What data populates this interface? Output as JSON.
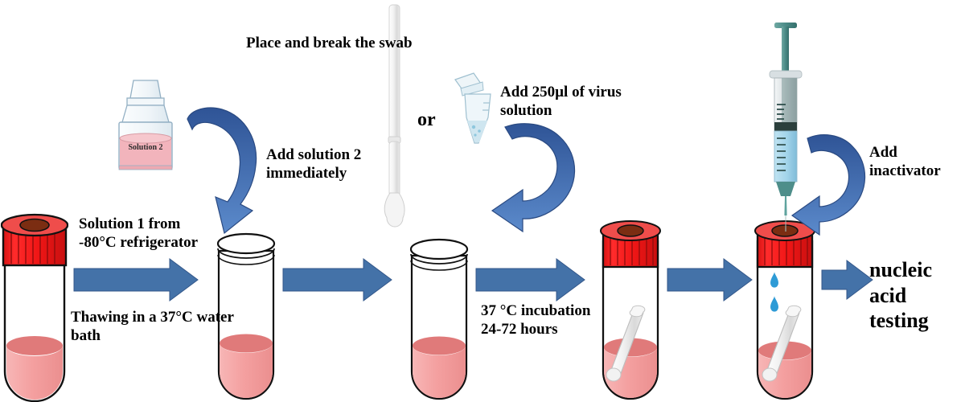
{
  "diagram": {
    "title": "Virus sample inactivation and nucleic acid testing workflow",
    "colors": {
      "arrow_blue_dark": "#2f5496",
      "arrow_blue": "#4472a8",
      "arrow_blue_light": "#5b8acb",
      "cap_red": "#f01616",
      "cap_red_top": "#e8514f",
      "cap_inner_brown": "#7b2d12",
      "liquid_pink": "#f4a0a0",
      "liquid_pink_top": "#e37c7c",
      "solution2_pink": "#f2b4bc",
      "droplet_blue": "#2e9bd6",
      "syringe_teal": "#4e8e8a",
      "syringe_liquid": "#a8d8ea",
      "text_black": "#000000"
    },
    "labels": {
      "solution1": "Solution 1 from\n-80°C refrigerator",
      "thawing": "Thawing in a 37°C water\nbath",
      "add_solution2": "Add solution 2\nimmediately",
      "place_break_swab": "Place and break the swab",
      "or": "or",
      "add_virus": "Add 250µl of virus\nsolution",
      "incubation": "37 °C incubation\n24-72 hours",
      "add_inactivator": "Add inactivator",
      "nucleic_acid_testing": "nucleic acid\ntesting",
      "solution2_bottle": "Solution 2"
    },
    "steps": [
      {
        "id": "tube-1",
        "name": "capped-tube-solution1",
        "capped": true,
        "contents": "pink-liquid",
        "swab": false,
        "droplets": false
      },
      {
        "id": "tube-2",
        "name": "open-tube-thawed",
        "capped": false,
        "contents": "pink-liquid",
        "swab": false,
        "droplets": false
      },
      {
        "id": "tube-3",
        "name": "open-tube-solution2-added",
        "capped": false,
        "contents": "pink-liquid",
        "swab": false,
        "droplets": false
      },
      {
        "id": "tube-4",
        "name": "capped-tube-incubated-with-swab",
        "capped": true,
        "contents": "pink-liquid",
        "swab": true,
        "droplets": false
      },
      {
        "id": "tube-5",
        "name": "capped-tube-inactivator-added",
        "capped": true,
        "contents": "pink-liquid",
        "swab": true,
        "droplets": true
      }
    ],
    "objects": [
      {
        "name": "solution2-bottle",
        "label": "Solution 2"
      },
      {
        "name": "swab-stick",
        "label": ""
      },
      {
        "name": "eppendorf-virus-tube",
        "label": ""
      },
      {
        "name": "syringe-inactivator",
        "label": ""
      }
    ],
    "arrows": [
      {
        "name": "arrow-tube1-to-tube2",
        "kind": "straight-right"
      },
      {
        "name": "arrow-tube2-to-tube3",
        "kind": "straight-right"
      },
      {
        "name": "arrow-tube3-to-tube4",
        "kind": "straight-right"
      },
      {
        "name": "arrow-tube4-to-tube5",
        "kind": "straight-right"
      },
      {
        "name": "arrow-tube5-to-testing",
        "kind": "straight-right"
      },
      {
        "name": "arrow-add-solution2",
        "kind": "curved-down-left"
      },
      {
        "name": "arrow-add-virus-solution",
        "kind": "curved-down-left"
      },
      {
        "name": "arrow-add-inactivator",
        "kind": "curved-down-left"
      }
    ]
  }
}
